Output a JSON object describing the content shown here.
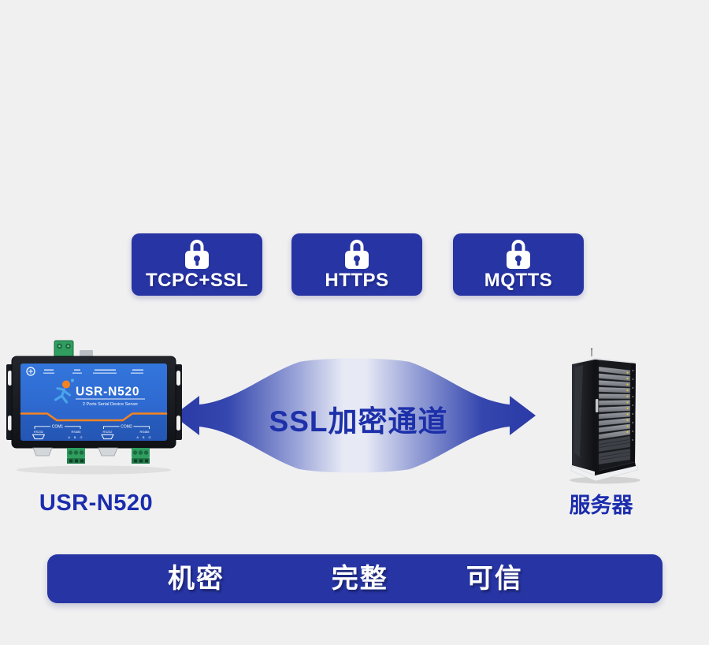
{
  "colors": {
    "background": "#f0f0f1",
    "primary_blue": "#2734a3",
    "panel_blue": "#2e6bd1",
    "accent_orange": "#f5831f",
    "title_blue": "#1b2cad",
    "arrow_blue": "#2a39a6"
  },
  "badges": [
    {
      "label": "TCPC+SSL"
    },
    {
      "label": "HTTPS"
    },
    {
      "label": "MQTTS"
    }
  ],
  "channel": {
    "label": "SSL加密通道"
  },
  "device": {
    "caption": "USR-N520",
    "panel": {
      "title": "USR-N520",
      "subtitle": "2 Ports Serial Device Server",
      "com1": "COM1",
      "com2": "COM2",
      "rs232": "RS232",
      "rs485": "RS485",
      "abg": "A B G"
    }
  },
  "server": {
    "caption": "服务器"
  },
  "footer": {
    "items": [
      "机密",
      "完整",
      "可信"
    ]
  }
}
